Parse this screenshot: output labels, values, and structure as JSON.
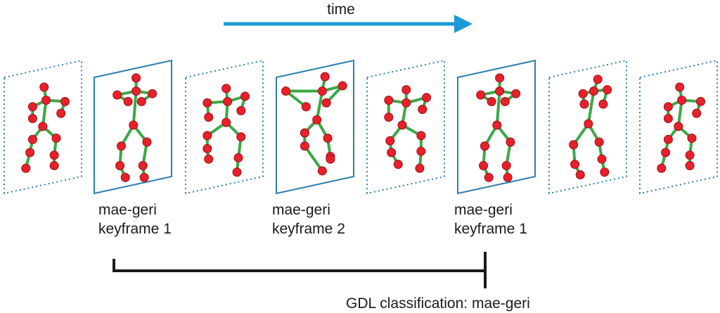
{
  "timeline": {
    "label": "time",
    "arrow_color": "#1a9ad6"
  },
  "frames": [
    {
      "id": "f1",
      "style": "dotted",
      "pose": "ready"
    },
    {
      "id": "f2",
      "style": "solid",
      "pose": "keyframe1",
      "label": [
        "mae-geri",
        "keyframe 1"
      ]
    },
    {
      "id": "f3",
      "style": "dotted",
      "pose": "lift"
    },
    {
      "id": "f4",
      "style": "solid",
      "pose": "keyframe2",
      "label": [
        "mae-geri",
        "keyframe 2"
      ]
    },
    {
      "id": "f5",
      "style": "dotted",
      "pose": "retract"
    },
    {
      "id": "f6",
      "style": "solid",
      "pose": "keyframe1",
      "label": [
        "mae-geri",
        "keyframe 1"
      ]
    },
    {
      "id": "f7",
      "style": "dotted",
      "pose": "turn"
    },
    {
      "id": "f8",
      "style": "dotted",
      "pose": "ready"
    }
  ],
  "classification": {
    "label": "GDL classification: mae-geri"
  },
  "colors": {
    "frame": "#2b7fb0",
    "bone": "#3aa845",
    "joint": "#e8202a",
    "joint_stroke": "#9a1018",
    "bracket": "#1a1a1a"
  }
}
